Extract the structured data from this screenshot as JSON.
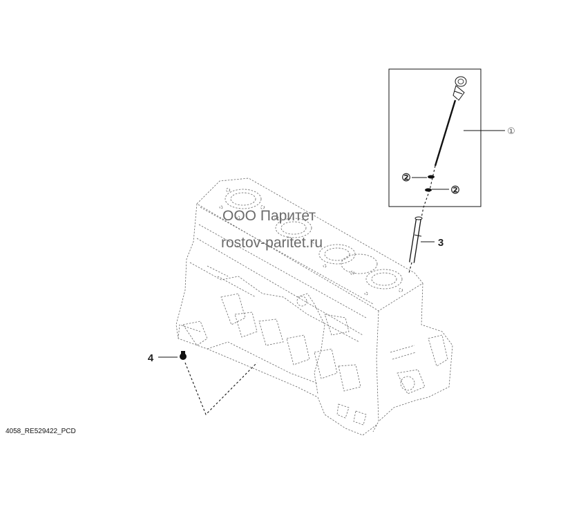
{
  "callouts": {
    "c1": "①",
    "c2a": "②",
    "c2b": "②",
    "c3": "3",
    "c4": "4"
  },
  "watermark": {
    "line1": "ООО Паритет",
    "line2": "rostov-paritet.ru"
  },
  "figure_code": "4058_RE529422_PCD",
  "colors": {
    "line": "#111111",
    "engine_outline": "#666666",
    "watermark": "#6b6b6b",
    "background": "#ffffff"
  }
}
